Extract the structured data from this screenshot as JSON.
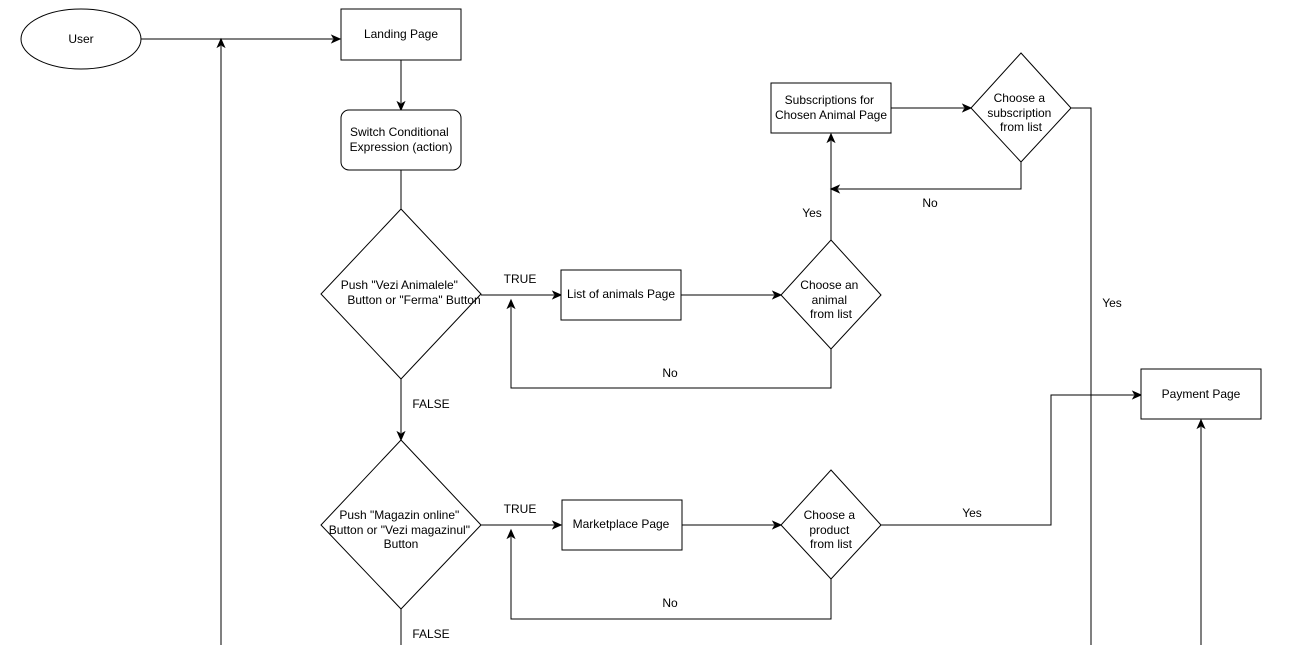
{
  "nodes": {
    "user": "User",
    "landing": "Landing Page",
    "switch": [
      "Switch Conditional",
      "Expression (action)"
    ],
    "decision1": [
      "Push \"Vezi Animalele\"",
      "Button or \"Ferma\" Button"
    ],
    "list_animals": "List of animals Page",
    "choose_animal": [
      "Choose an",
      "animal",
      "from list"
    ],
    "subscriptions": [
      "Subscriptions for",
      "Chosen Animal Page"
    ],
    "choose_subscription": [
      "Choose a",
      "subscription",
      "from list"
    ],
    "decision2": [
      "Push \"Magazin online\"",
      "Button or \"Vezi magazinul\"",
      "Button"
    ],
    "marketplace": "Marketplace Page",
    "choose_product": [
      "Choose a",
      "product",
      "from list"
    ],
    "payment": "Payment Page"
  },
  "edge_labels": {
    "true1": "TRUE",
    "false1": "FALSE",
    "no_animal": "No",
    "yes_animal": "Yes",
    "no_subscription": "No",
    "yes_subscription": "Yes",
    "true2": "TRUE",
    "false2": "FALSE",
    "no_product": "No",
    "yes_product": "Yes"
  }
}
